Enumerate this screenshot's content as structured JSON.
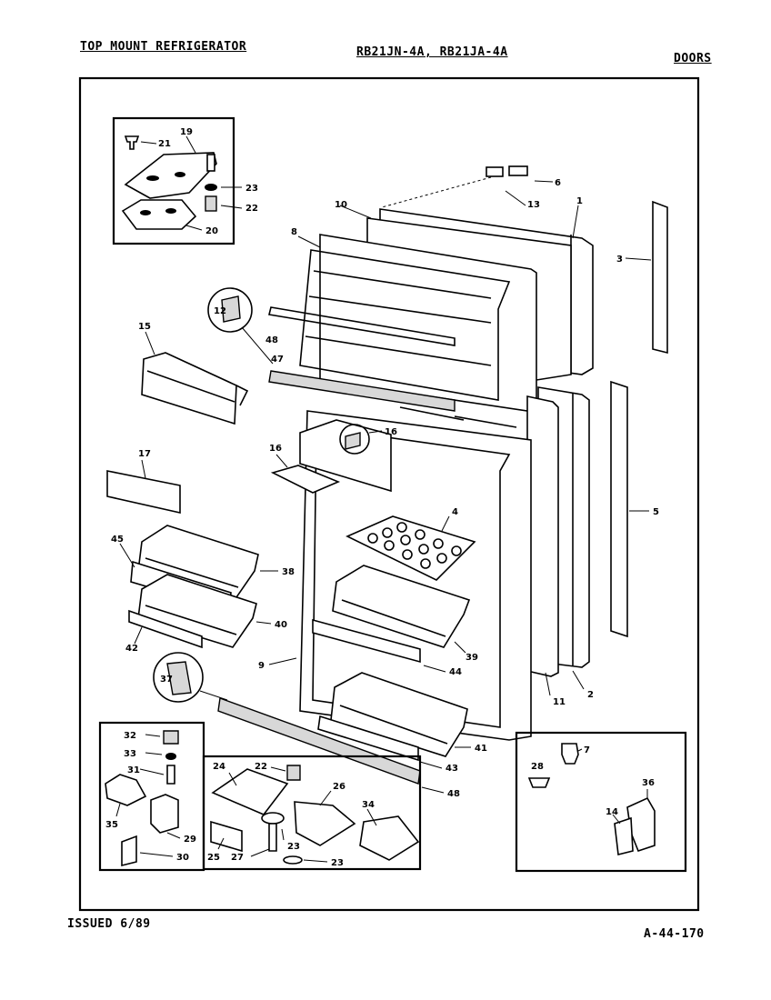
{
  "header": {
    "title_left": "TOP MOUNT REFRIGERATOR",
    "title_center": "RB21JN-4A, RB21JA-4A",
    "title_right": "DOORS"
  },
  "footer": {
    "issued": "ISSUED 6/89",
    "doc_number": "A-44-170"
  },
  "callouts": {
    "c1": "1",
    "c2": "2",
    "c3": "3",
    "c4": "4",
    "c5": "5",
    "c6": "6",
    "c7": "7",
    "c8": "8",
    "c9": "9",
    "c10": "10",
    "c11": "11",
    "c12": "12",
    "c13": "13",
    "c14": "14",
    "c15": "15",
    "c16a": "16",
    "c16b": "16",
    "c17": "17",
    "c19": "19",
    "c20": "20",
    "c21": "21",
    "c22a": "22",
    "c22b": "22",
    "c23a": "23",
    "c23b": "23",
    "c23c": "23",
    "c24": "24",
    "c25": "25",
    "c26": "26",
    "c27": "27",
    "c28": "28",
    "c29": "29",
    "c30": "30",
    "c31": "31",
    "c32": "32",
    "c33": "33",
    "c34": "34",
    "c35": "35",
    "c36": "36",
    "c37": "37",
    "c38": "38",
    "c39": "39",
    "c40": "40",
    "c41": "41",
    "c42": "42",
    "c43": "43",
    "c44": "44",
    "c45": "45",
    "c47": "47",
    "c48a": "48",
    "c48b": "48"
  }
}
